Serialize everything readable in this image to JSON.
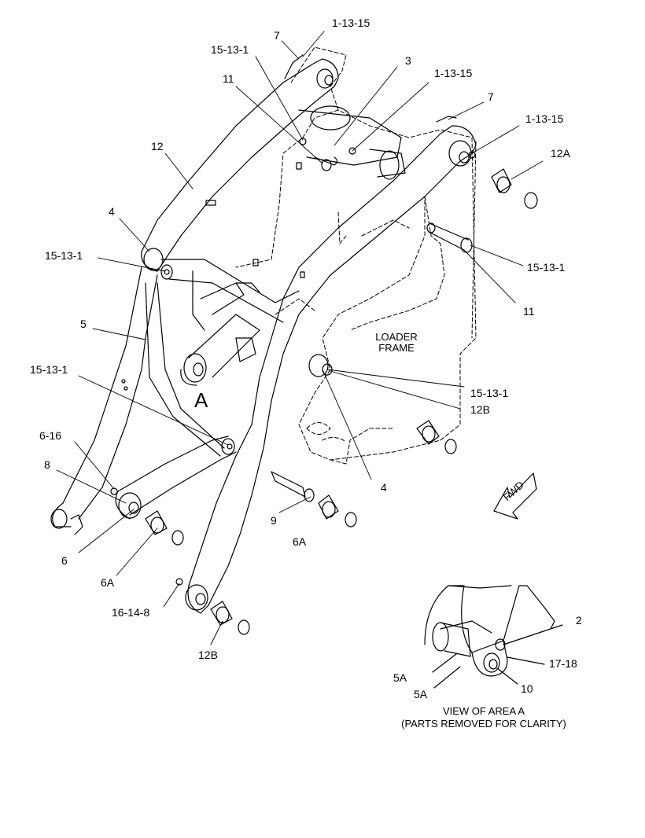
{
  "labels": {
    "l_7_top": "7",
    "l_1_13_15_top": "1-13-15",
    "l_15_13_1_top": "15-13-1",
    "l_3": "3",
    "l_1_13_15_mid": "1-13-15",
    "l_11_top": "11",
    "l_7_right": "7",
    "l_1_13_15_right": "1-13-15",
    "l_12": "12",
    "l_12a": "12A",
    "l_4_left": "4",
    "l_15_13_1_left": "15-13-1",
    "l_15_13_1_right": "15-13-1",
    "l_11_right": "11",
    "l_5": "5",
    "l_15_13_1_lower_left": "15-13-1",
    "l_15_13_1_lower_right": "15-13-1",
    "l_12b_right": "12B",
    "l_6_16": "6-16",
    "l_8": "8",
    "l_4_lower": "4",
    "l_9": "9",
    "l_6": "6",
    "l_6a_left": "6A",
    "l_6a_mid": "6A",
    "l_16_14_8": "16-14-8",
    "l_12b_bottom": "12B",
    "l_2": "2",
    "l_17_18": "17-18",
    "l_5a_1": "5A",
    "l_5a_2": "5A",
    "l_10": "10"
  },
  "area_letter": "A",
  "loader_frame": {
    "line1": "LOADER",
    "line2": "FRAME"
  },
  "fwd": "FWD",
  "caption": {
    "line1": "VIEW OF AREA A",
    "line2": "(PARTS REMOVED FOR CLARITY)"
  }
}
